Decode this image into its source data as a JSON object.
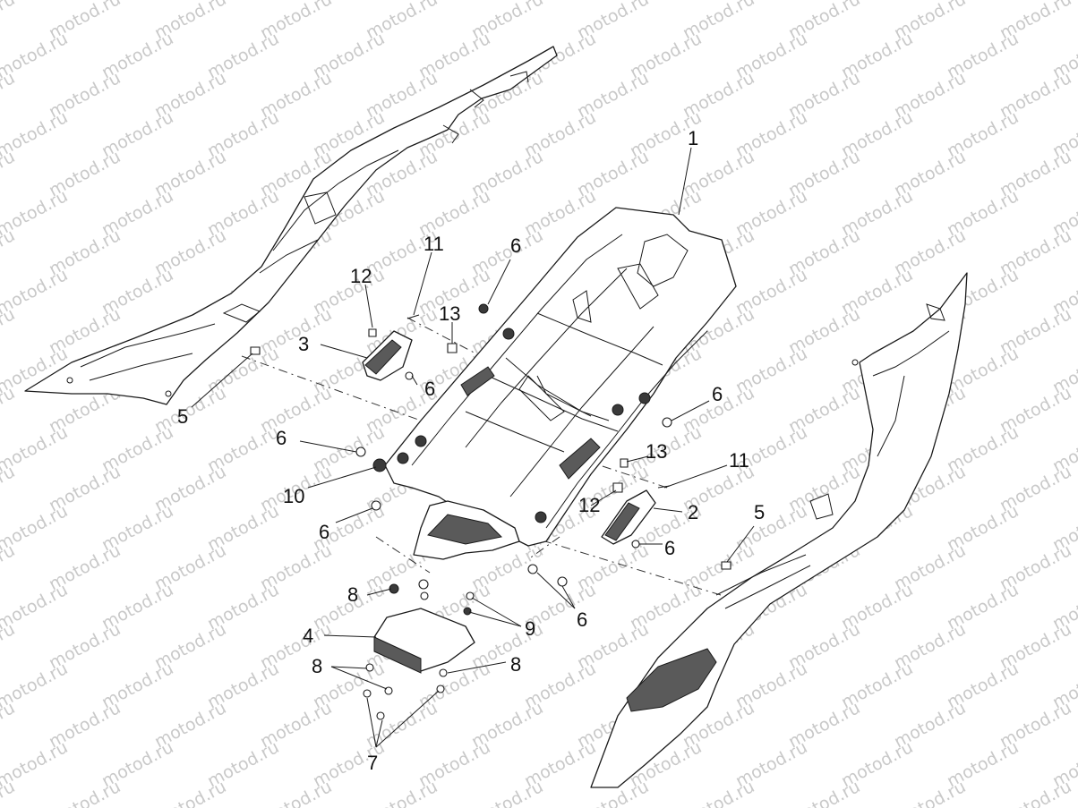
{
  "watermark": "motod.ru",
  "callouts": [
    {
      "id": "1a",
      "label": "1"
    },
    {
      "id": "2a",
      "label": "2"
    },
    {
      "id": "3a",
      "label": "3"
    },
    {
      "id": "4a",
      "label": "4"
    },
    {
      "id": "5a",
      "label": "5"
    },
    {
      "id": "5b",
      "label": "5"
    },
    {
      "id": "6a",
      "label": "6"
    },
    {
      "id": "6b",
      "label": "6"
    },
    {
      "id": "6c",
      "label": "6"
    },
    {
      "id": "6d",
      "label": "6"
    },
    {
      "id": "6e",
      "label": "6"
    },
    {
      "id": "6f",
      "label": "6"
    },
    {
      "id": "6g",
      "label": "6"
    },
    {
      "id": "7a",
      "label": "7"
    },
    {
      "id": "8a",
      "label": "8"
    },
    {
      "id": "8b",
      "label": "8"
    },
    {
      "id": "8c",
      "label": "8"
    },
    {
      "id": "9a",
      "label": "9"
    },
    {
      "id": "10a",
      "label": "10"
    },
    {
      "id": "11a",
      "label": "11"
    },
    {
      "id": "11b",
      "label": "11"
    },
    {
      "id": "12a",
      "label": "12"
    },
    {
      "id": "12b",
      "label": "12"
    },
    {
      "id": "13a",
      "label": "13"
    },
    {
      "id": "13b",
      "label": "13"
    }
  ]
}
